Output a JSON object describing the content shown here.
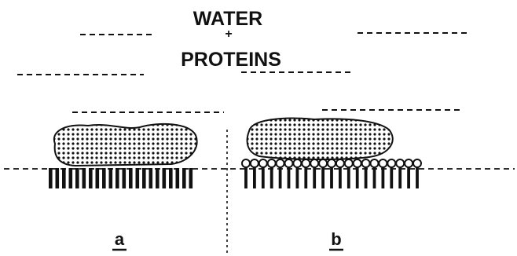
{
  "title": {
    "line1": "WATER",
    "plus": "+",
    "line2": "PROTEINS"
  },
  "panels": [
    {
      "label": "a",
      "headgroup": "none"
    },
    {
      "label": "b",
      "headgroup": "circle"
    }
  ],
  "colors": {
    "ink": "#111111",
    "paper": "#ffffff"
  }
}
